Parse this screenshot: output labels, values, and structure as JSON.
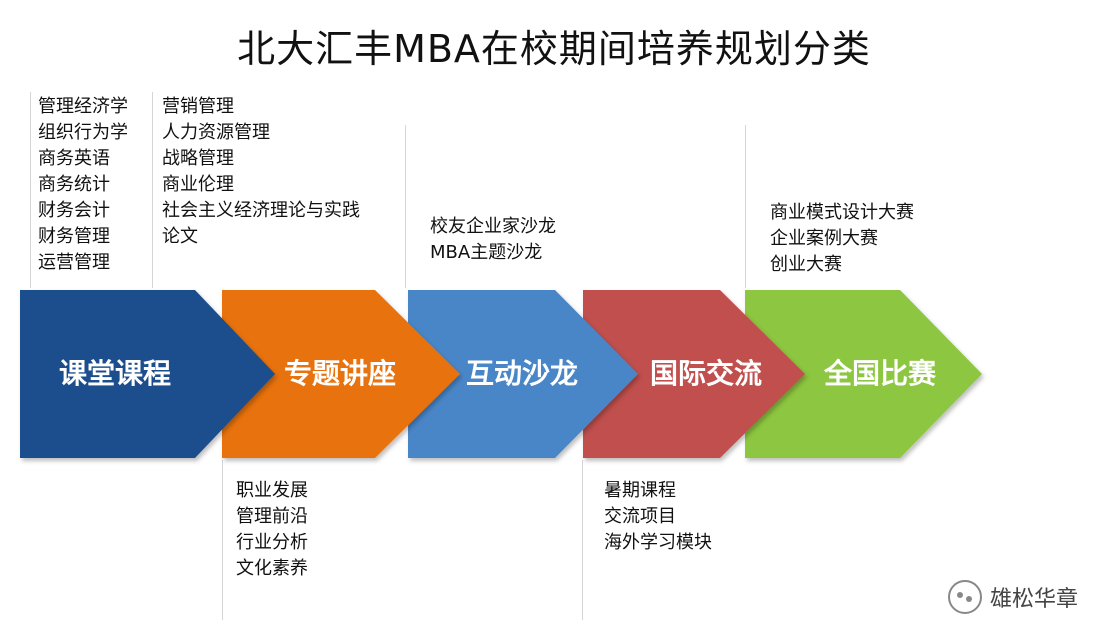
{
  "title": "北大汇丰MBA在校期间培养规划分类",
  "stages": [
    {
      "label": "课堂课程",
      "color": "#1f4e8c"
    },
    {
      "label": "专题讲座",
      "color": "#e8720c"
    },
    {
      "label": "互动沙龙",
      "color": "#4a86c8"
    },
    {
      "label": "国际交流",
      "color": "#c0504d"
    },
    {
      "label": "全国比赛",
      "color": "#8dc63f"
    }
  ],
  "courses_col1": [
    "管理经济学",
    "组织行为学",
    "商务英语",
    "商务统计",
    "财务会计",
    "财务管理",
    "运营管理"
  ],
  "courses_col2": [
    "营销管理",
    "人力资源管理",
    "战略管理",
    "商业伦理",
    "社会主义经济理论与实践",
    "论文"
  ],
  "lectures": [
    "职业发展",
    "管理前沿",
    "行业分析",
    "文化素养"
  ],
  "salons": [
    "校友企业家沙龙",
    "MBA主题沙龙"
  ],
  "international": [
    "暑期课程",
    "交流项目",
    "海外学习模块"
  ],
  "competitions": [
    "商业模式设计大赛",
    "企业案例大赛",
    "创业大赛"
  ],
  "watermark": "雄松华章"
}
